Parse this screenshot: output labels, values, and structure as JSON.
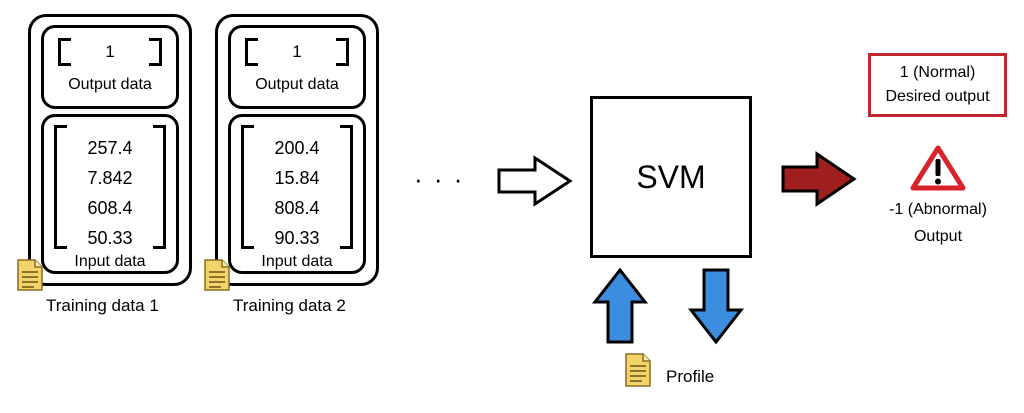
{
  "training": [
    {
      "output_value": "1",
      "output_label": "Output data",
      "input_values": [
        "257.4",
        "7.842",
        "608.4",
        "50.33"
      ],
      "input_label": "Input data",
      "caption": "Training data 1"
    },
    {
      "output_value": "1",
      "output_label": "Output data",
      "input_values": [
        "200.4",
        "15.84",
        "808.4",
        "90.33"
      ],
      "input_label": "Input data",
      "caption": "Training data 2"
    }
  ],
  "ellipsis": "· · ·",
  "svm_label": "SVM",
  "profile_label": "Profile",
  "desired": {
    "value": "1 (Normal)",
    "label": "Desired output"
  },
  "output": {
    "value": "-1 (Abnormal)",
    "label": "Output"
  },
  "colors": {
    "arrow_red": "#a11e1e",
    "arrow_blue": "#3b8de0",
    "warning_red": "#d8232a",
    "desired_border": "#c0262d",
    "file_icon": "#f2d46b"
  },
  "icons": [
    "document-icon",
    "warning-icon"
  ]
}
